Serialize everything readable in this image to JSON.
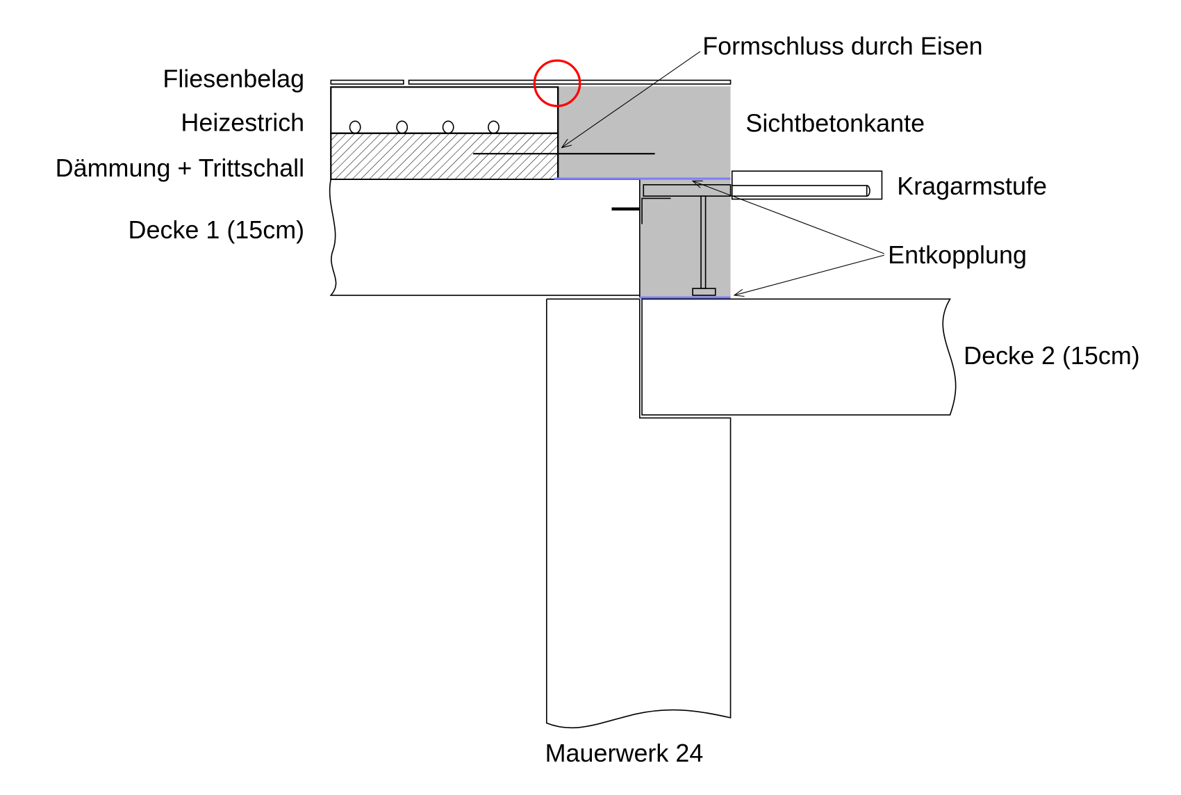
{
  "labels": {
    "fliesenbelag": "Fliesenbelag",
    "heizestrich": "Heizestrich",
    "daemmung": "Dämmung + Trittschall",
    "decke1": "Decke 1 (15cm)",
    "formschluss": "Formschluss durch Eisen",
    "sichtbetonkante": "Sichtbetonkante",
    "kragarmstufe": "Kragarmstufe",
    "entkopplung": "Entkopplung",
    "decke2": "Decke 2 (15cm)",
    "mauerwerk": "Mauerwerk 24"
  },
  "colors": {
    "concrete": "#c0c0c0",
    "decoupling": "#7f7fff",
    "highlight": "#ff0000"
  }
}
